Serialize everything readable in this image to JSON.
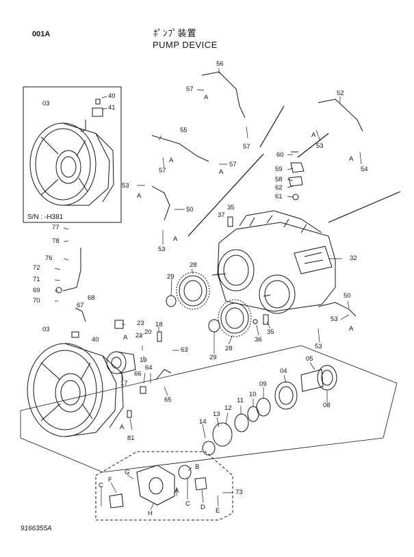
{
  "header": {
    "code": "001A",
    "title_jp": "ﾎﾟﾝﾌﾟ装置",
    "title_en": "PUMP DEVICE"
  },
  "serial_note": "S/N : -H381",
  "doc_number": "9166355A",
  "callouts": [
    {
      "id": "c03a",
      "text": "03"
    },
    {
      "id": "c40a",
      "text": "40"
    },
    {
      "id": "c41",
      "text": "41"
    },
    {
      "id": "c56",
      "text": "56"
    },
    {
      "id": "c57a",
      "text": "57"
    },
    {
      "id": "cAa",
      "text": "A"
    },
    {
      "id": "c57b",
      "text": "57"
    },
    {
      "id": "c52",
      "text": "52"
    },
    {
      "id": "cAb",
      "text": "A"
    },
    {
      "id": "c53a",
      "text": "53"
    },
    {
      "id": "cAc",
      "text": "A"
    },
    {
      "id": "c54",
      "text": "54"
    },
    {
      "id": "c55",
      "text": "55"
    },
    {
      "id": "cAd",
      "text": "A"
    },
    {
      "id": "c57c",
      "text": "57"
    },
    {
      "id": "cAe",
      "text": "A"
    },
    {
      "id": "c57d",
      "text": "57"
    },
    {
      "id": "c60",
      "text": "60"
    },
    {
      "id": "c59",
      "text": "59"
    },
    {
      "id": "c62",
      "text": "62"
    },
    {
      "id": "c58",
      "text": "58"
    },
    {
      "id": "c61",
      "text": "61"
    },
    {
      "id": "c53b",
      "text": "53"
    },
    {
      "id": "cAf",
      "text": "A"
    },
    {
      "id": "c50a",
      "text": "50"
    },
    {
      "id": "c35a",
      "text": "35"
    },
    {
      "id": "c37",
      "text": "37"
    },
    {
      "id": "c53c",
      "text": "53"
    },
    {
      "id": "cAg",
      "text": "A"
    },
    {
      "id": "c77",
      "text": "77"
    },
    {
      "id": "c78",
      "text": "78"
    },
    {
      "id": "c76",
      "text": "76"
    },
    {
      "id": "c72",
      "text": "72"
    },
    {
      "id": "c71",
      "text": "71"
    },
    {
      "id": "c69",
      "text": "69"
    },
    {
      "id": "c70",
      "text": "70"
    },
    {
      "id": "c28a",
      "text": "28"
    },
    {
      "id": "c29a",
      "text": "29"
    },
    {
      "id": "c32",
      "text": "32"
    },
    {
      "id": "c67",
      "text": "67"
    },
    {
      "id": "c68",
      "text": "68"
    },
    {
      "id": "c03b",
      "text": "03"
    },
    {
      "id": "c40b",
      "text": "40"
    },
    {
      "id": "c23",
      "text": "23"
    },
    {
      "id": "cAh",
      "text": "A"
    },
    {
      "id": "c20",
      "text": "20"
    },
    {
      "id": "c18",
      "text": "18"
    },
    {
      "id": "c21",
      "text": "21"
    },
    {
      "id": "c19",
      "text": "19"
    },
    {
      "id": "c63",
      "text": "63"
    },
    {
      "id": "c17",
      "text": "17"
    },
    {
      "id": "c66",
      "text": "66"
    },
    {
      "id": "c64",
      "text": "64"
    },
    {
      "id": "c65",
      "text": "65"
    },
    {
      "id": "c29b",
      "text": "29"
    },
    {
      "id": "c28b",
      "text": "28"
    },
    {
      "id": "c36",
      "text": "36"
    },
    {
      "id": "c35b",
      "text": "35"
    },
    {
      "id": "c50b",
      "text": "50"
    },
    {
      "id": "c53d",
      "text": "53"
    },
    {
      "id": "cAi",
      "text": "A"
    },
    {
      "id": "c53e",
      "text": "53"
    },
    {
      "id": "c05",
      "text": "05"
    },
    {
      "id": "c04",
      "text": "04"
    },
    {
      "id": "c09",
      "text": "09"
    },
    {
      "id": "c10",
      "text": "10"
    },
    {
      "id": "c11",
      "text": "11"
    },
    {
      "id": "c12",
      "text": "12"
    },
    {
      "id": "c13",
      "text": "13"
    },
    {
      "id": "c14",
      "text": "14"
    },
    {
      "id": "c08",
      "text": "08"
    },
    {
      "id": "cAj",
      "text": "A"
    },
    {
      "id": "c81",
      "text": "81"
    },
    {
      "id": "cB",
      "text": "B"
    },
    {
      "id": "cG",
      "text": "G"
    },
    {
      "id": "cF",
      "text": "F"
    },
    {
      "id": "cC1",
      "text": "C"
    },
    {
      "id": "cA2",
      "text": "A"
    },
    {
      "id": "cC2",
      "text": "C"
    },
    {
      "id": "cD",
      "text": "D"
    },
    {
      "id": "cE",
      "text": "E"
    },
    {
      "id": "cH",
      "text": "H"
    },
    {
      "id": "c73",
      "text": "73"
    }
  ]
}
